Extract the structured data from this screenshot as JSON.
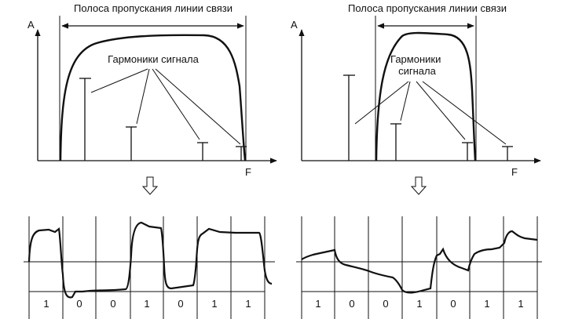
{
  "left_panel": {
    "band_label": "Полоса пропускания линии связи",
    "y_axis_label": "A",
    "x_axis_label": "F",
    "harmonics_label": [
      "Гармоники сигнала"
    ],
    "bits": [
      "1",
      "0",
      "0",
      "1",
      "0",
      "1",
      "1"
    ]
  },
  "right_panel": {
    "band_label": "Полоса пропускания линии связи",
    "y_axis_label": "A",
    "x_axis_label": "F",
    "harmonics_label": [
      "Гармоники",
      "сигнала"
    ],
    "bits": [
      "1",
      "0",
      "0",
      "1",
      "0",
      "1",
      "1"
    ]
  },
  "colors": {
    "ink": "#111111",
    "background": "#ffffff"
  },
  "icons": {
    "down_arrow": "hollow-down-arrow-icon"
  }
}
